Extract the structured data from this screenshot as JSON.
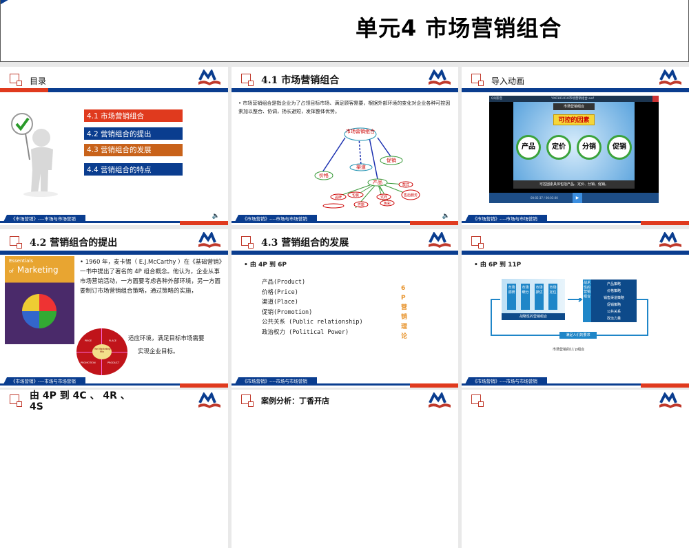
{
  "main_title": "单元4   市场营销组合",
  "footer_text": "《市场营销》----市场与市场营销",
  "colors": {
    "blue": "#0a3d8f",
    "red": "#e03a1e",
    "orange": "#c8621a"
  },
  "slides": [
    {
      "title": "目录",
      "items": [
        "4.1  市场营销组合",
        "4.2  营销组合的提出",
        "4.3  营销组合的发展",
        "4.4  营销组合的特点"
      ]
    },
    {
      "title": "4.1 市场营销组合",
      "bullet": "市场营销组合是指企业为了占领目标市场、满足顾客需要，根据外部环境的变化对企业各种可控因素加以整合、协调，扬长避短，发挥整体优势。",
      "diagram": {
        "root": "市场营销组合",
        "nodes": [
          "价格",
          "渠道",
          "促销",
          "产品"
        ],
        "sub": [
          "品牌",
          "包装",
          "式样",
          "色彩",
          "款式",
          "售后服务",
          "性能"
        ]
      }
    },
    {
      "title": "导入动画",
      "video": {
        "app": "QQ影音",
        "file": "YX0101010市场营销组合.swf",
        "banner": "市场营销组合",
        "heading": "可控的因素",
        "circles": [
          "产品",
          "定价",
          "分销",
          "促销"
        ],
        "caption": "可控因素具体包括产品、定价、分销、促销。",
        "time": "00:02:37 / 00:03:00"
      }
    },
    {
      "title": "4.2  营销组合的提出",
      "book": {
        "title1": "Essentials",
        "title2": "of",
        "title3": "Marketing"
      },
      "bullet": "1960 年，麦卡锡（ E.J.McCarthy ）在《基础营销》一书中提出了著名的 4P 组合概念。他认为，企业从事市场营销活动，一方面要考虑各种外部环境，另一方面要制订市场营销组合策略，通过策略的实施，",
      "bullet2": "适应环境，满足目标市场需要",
      "bullet3": "实现企业目标。",
      "mix": {
        "center": "The Marketing Mix",
        "q": [
          "PRICE",
          "PLACE",
          "PROMOTION",
          "PRODUCT"
        ]
      }
    },
    {
      "title": "4.3  营销组合的发展",
      "bullet": "由 4P 到 6P",
      "lines": [
        "产品(Product)",
        "价格(Price)",
        "渠道(Place)",
        "促销(Promotion)",
        "公共关系 (Public relationship)",
        "政治权力 (Political Power)"
      ],
      "side": "6P营销理论"
    },
    {
      "title": "",
      "bullet": "由 6P  到 11P",
      "steps": [
        "市场调研",
        "市场细分",
        "市场择优",
        "市场定位"
      ],
      "strategic": "战略性的营销组合",
      "tactical": "战术性的营销组合",
      "tactics": [
        "产品策略",
        "价格策略",
        "销售渠道策略",
        "促销策略",
        "公共关系",
        "政治力量"
      ],
      "loop": "满足人们的要求",
      "caption": "市场营销的11’p组合"
    },
    {
      "title": "由 4P 到 4C 、 4R 、 4S"
    },
    {
      "title": "案例分析：丁香开店"
    },
    {
      "title": ""
    }
  ]
}
